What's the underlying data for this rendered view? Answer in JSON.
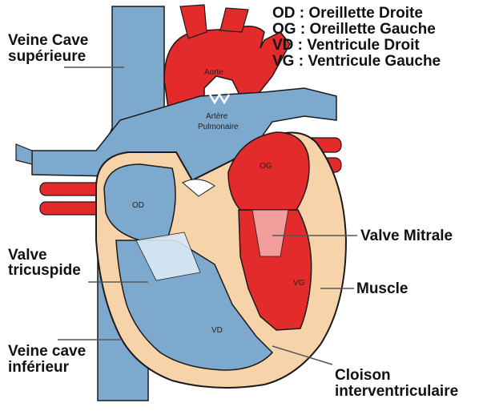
{
  "legend": [
    "OD : Oreillette Droite",
    "OG : Oreillette Gauche",
    "VD : Ventricule Droit",
    "VG : Ventricule Gauche"
  ],
  "labels": {
    "veine_cave_sup_1": "Veine Cave",
    "veine_cave_sup_2": "supérieure",
    "valve_tricuspide_1": "Valve",
    "valve_tricuspide_2": "tricuspide",
    "veine_cave_inf_1": "Veine cave",
    "veine_cave_inf_2": "inférieur",
    "valve_mitrale": "Valve Mitrale",
    "muscle": "Muscle",
    "cloison_1": "Cloison",
    "cloison_2": "interventriculaire"
  },
  "chamber_labels": {
    "aorte": "Aorte",
    "artere_1": "Artère",
    "artere_2": "Pulmonaire",
    "og": "OG",
    "od": "OD",
    "vd": "VD",
    "vg": "VG"
  },
  "colors": {
    "oxygenated": "#e32b2b",
    "deoxygenated": "#7ea9cf",
    "muscle": "#f7d3aa",
    "outline": "#1a1a1a"
  }
}
